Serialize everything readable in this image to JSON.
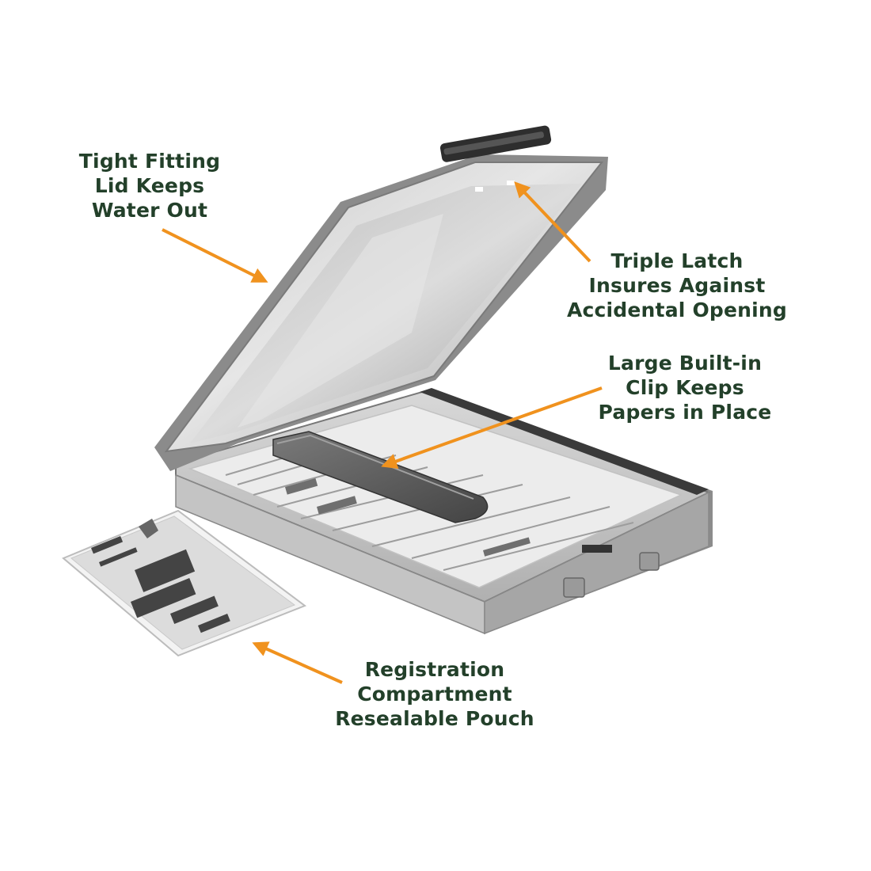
{
  "callouts": {
    "lid": {
      "lines": [
        "Tight Fitting",
        "Lid Keeps",
        "Water Out"
      ]
    },
    "latch": {
      "lines": [
        "Triple Latch",
        "Insures Against",
        "Accidental Opening"
      ]
    },
    "clip": {
      "lines": [
        "Large Built-in",
        "Clip Keeps",
        "Papers in Place"
      ]
    },
    "pouch": {
      "lines": [
        "Registration",
        "Compartment",
        "Resealable Pouch"
      ]
    }
  },
  "colors": {
    "text": "#23402a",
    "arrow": "#f0921e",
    "background": "#ffffff"
  },
  "icons": {
    "arrow": "arrow-icon"
  }
}
